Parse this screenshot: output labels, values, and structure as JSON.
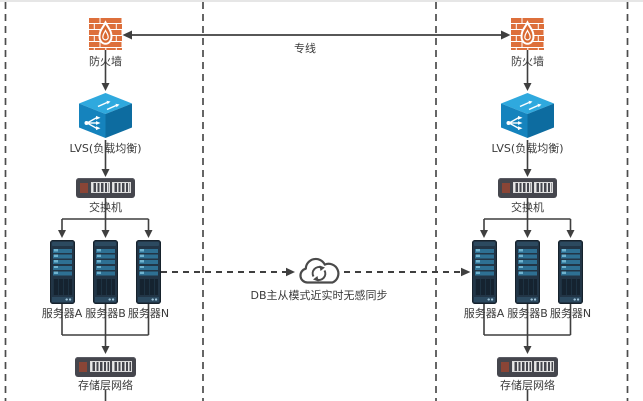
{
  "diagram": {
    "link_label": "专线",
    "sync_label": "DB主从模式近实时无感同步",
    "zones": [
      {
        "id": "left-datacenter",
        "firewall_label": "防火墙",
        "lvs_label": "LVS(负载均衡)",
        "switch_label": "交换机",
        "server_labels": [
          "服务器A",
          "服务器B",
          "服务器N"
        ],
        "storage_label": "存储层网络"
      },
      {
        "id": "right-datacenter",
        "firewall_label": "防火墙",
        "lvs_label": "LVS(负载均衡)",
        "switch_label": "交换机",
        "server_labels": [
          "服务器A",
          "服务器B",
          "服务器N"
        ],
        "storage_label": "存储层网络"
      }
    ],
    "icons": {
      "firewall": "brick-wall-flame",
      "lvs": "isometric-switch-box",
      "switch": "rack-switch",
      "server": "server-tower",
      "storage": "rack-switch",
      "sync": "cloud-refresh"
    },
    "colors": {
      "firewall_orange": "#dd6f3b",
      "lvs_blue": "#1583bd",
      "rack_gray": "#45464d",
      "rack_tag_maroon": "#8a4536",
      "server_navy": "#223546",
      "server_stripe": "#2e7093",
      "line": "#3f3f3f"
    }
  }
}
